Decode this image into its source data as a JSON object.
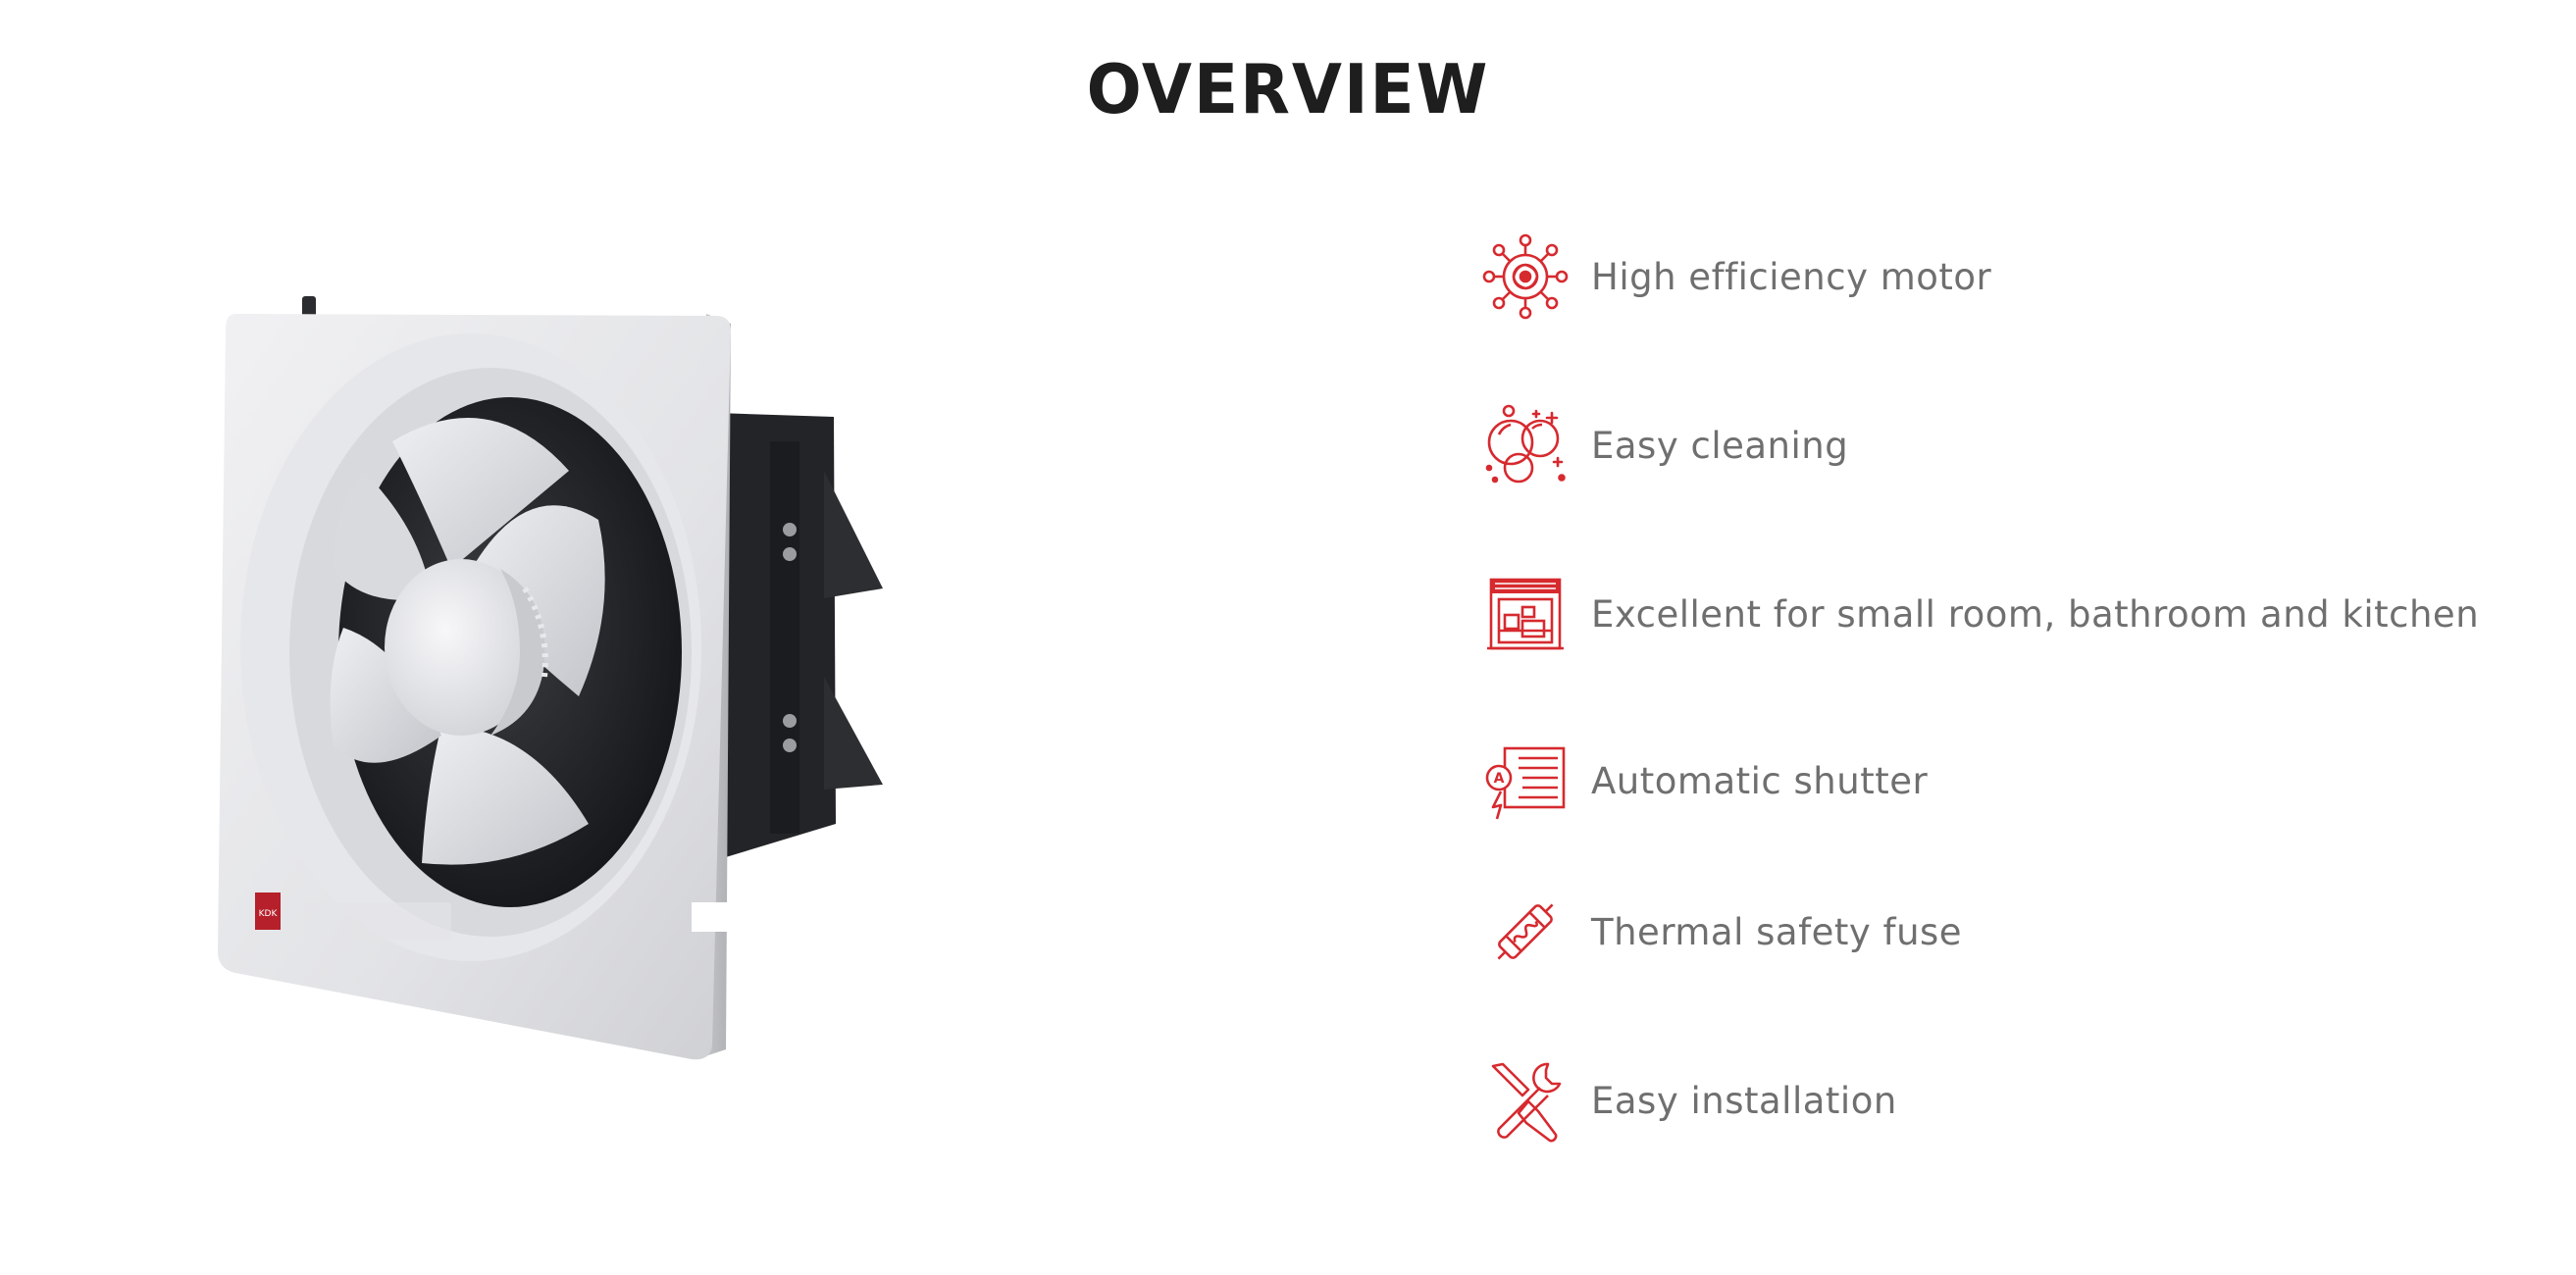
{
  "page": {
    "title": "OVERVIEW",
    "accent_color": "#d62a2f"
  },
  "product": {
    "icon": "exhaust-fan-image",
    "badge_text": "KDK"
  },
  "features": [
    {
      "label": "High efficiency motor",
      "icon": "motor-icon"
    },
    {
      "label": "Easy cleaning",
      "icon": "cleaning-bubbles-icon"
    },
    {
      "label": "Excellent for small room, bathroom and kitchen",
      "icon": "kitchen-cabinet-icon"
    },
    {
      "label": "Automatic shutter",
      "icon": "automatic-shutter-icon"
    },
    {
      "label": "Thermal safety fuse",
      "icon": "thermal-fuse-icon"
    },
    {
      "label": "Easy installation",
      "icon": "tools-icon"
    }
  ]
}
